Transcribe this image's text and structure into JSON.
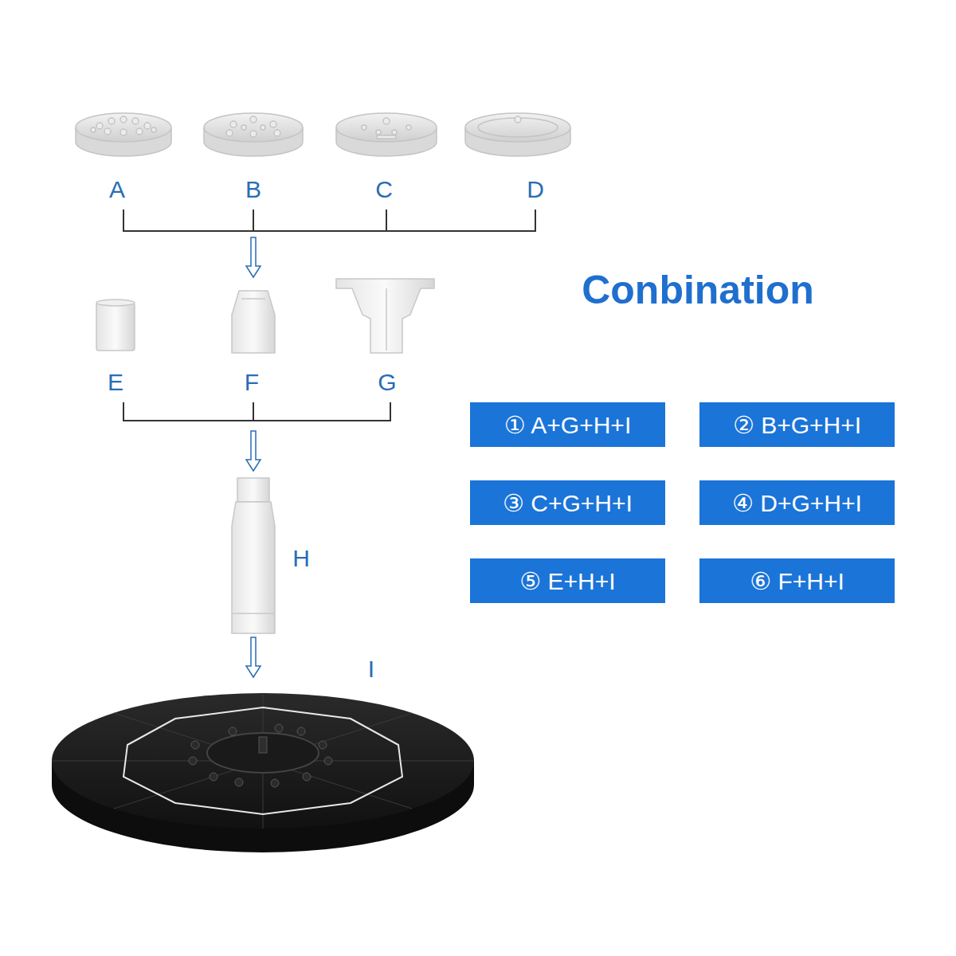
{
  "diagram": {
    "title": "Conbination",
    "nodes": [
      {
        "text": [
          "① A+G+H+I"
        ]
      },
      {
        "text": [
          "② B+G+H+I"
        ]
      },
      {
        "text": [
          "③ C+G+H+I"
        ]
      },
      {
        "text": [
          "④ D+G+H+I"
        ]
      },
      {
        "text": [
          "⑤ E+H+I"
        ]
      },
      {
        "text": [
          "⑥ F+H+I"
        ]
      }
    ],
    "labels": [
      "A",
      "B",
      "C",
      "D",
      "E",
      "F",
      "G",
      "H",
      "I"
    ]
  }
}
